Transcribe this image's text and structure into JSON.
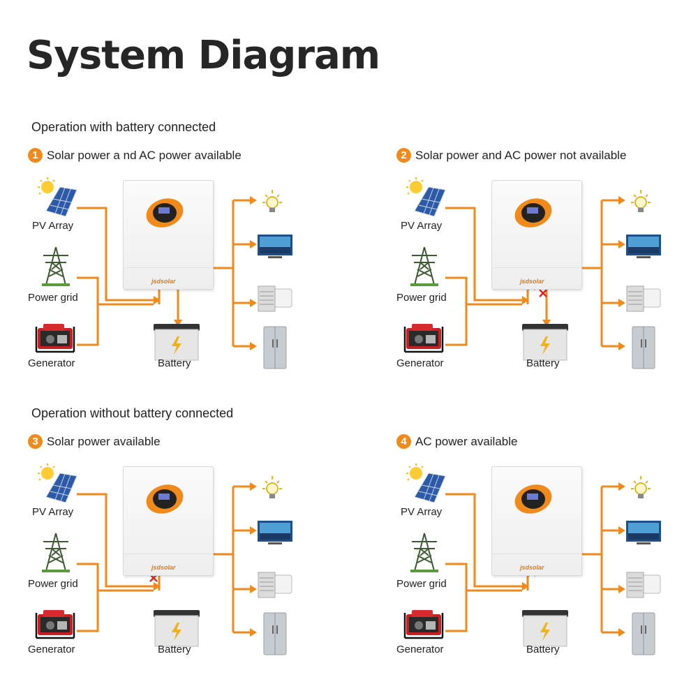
{
  "title": "System Diagram",
  "sections": {
    "with_battery": "Operation with battery connected",
    "without_battery": "Operation without battery connected"
  },
  "labels": {
    "pv": "PV Array",
    "grid": "Power grid",
    "generator": "Generator",
    "battery": "Battery",
    "brand": "jsdsolar"
  },
  "panels": [
    {
      "number": "1",
      "heading": "Solar power a nd AC power available"
    },
    {
      "number": "2",
      "heading": "Solar power and AC power not available"
    },
    {
      "number": "3",
      "heading": "Solar power available"
    },
    {
      "number": "4",
      "heading": "AC power available"
    }
  ],
  "colors": {
    "line": "#f08a1c",
    "badge": "#f08a1c",
    "cross": "#e8221b"
  },
  "icons": {
    "sun": "sun-icon",
    "solar_panel": "solar-panel-icon",
    "pylon": "power-pylon-icon",
    "generator": "generator-icon",
    "battery": "battery-icon",
    "bulb": "light-bulb-icon",
    "tv": "television-icon",
    "ac": "air-conditioner-icon",
    "fridge": "refrigerator-icon"
  }
}
